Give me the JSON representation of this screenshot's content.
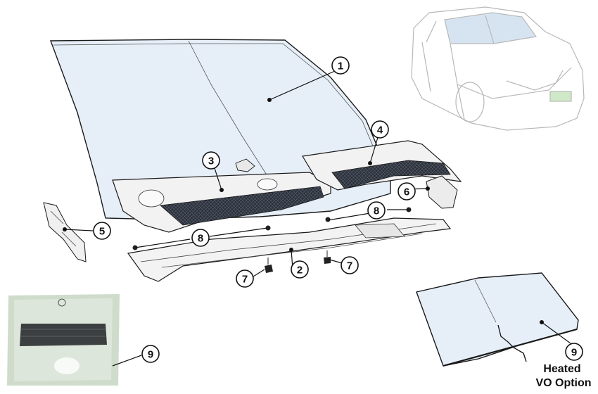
{
  "callouts": [
    {
      "id": "1",
      "label": "1"
    },
    {
      "id": "2",
      "label": "2"
    },
    {
      "id": "3",
      "label": "3"
    },
    {
      "id": "4",
      "label": "4"
    },
    {
      "id": "5",
      "label": "5"
    },
    {
      "id": "6",
      "label": "6"
    },
    {
      "id": "7a",
      "label": "7"
    },
    {
      "id": "7b",
      "label": "7"
    },
    {
      "id": "8a",
      "label": "8"
    },
    {
      "id": "8b",
      "label": "8"
    },
    {
      "id": "9a",
      "label": "9"
    },
    {
      "id": "9b",
      "label": "9"
    }
  ],
  "heated_option": {
    "line1": "Heated",
    "line2": "VO Option"
  },
  "colors": {
    "glass": "#e4eef8",
    "outline": "#1a1a1a",
    "mesh": "#2a2f3a",
    "part": "#f2f2f2",
    "package": "#c9d6c6"
  }
}
